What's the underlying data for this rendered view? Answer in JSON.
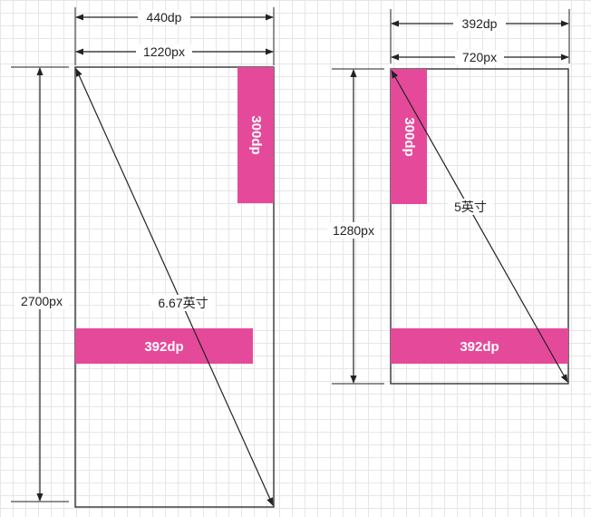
{
  "colors": {
    "accent": "#e54a9a",
    "line": "#222222",
    "grid": "#e6e6e6"
  },
  "device_left": {
    "width_dp": "440dp",
    "width_px": "1220px",
    "height_px": "2700px",
    "diagonal": "6.67英寸",
    "vertical_bar": "300dp",
    "horizontal_bar": "392dp"
  },
  "device_right": {
    "width_dp": "392dp",
    "width_px": "720px",
    "height_px": "1280px",
    "diagonal": "5英寸",
    "vertical_bar": "300dp",
    "horizontal_bar": "392dp"
  }
}
